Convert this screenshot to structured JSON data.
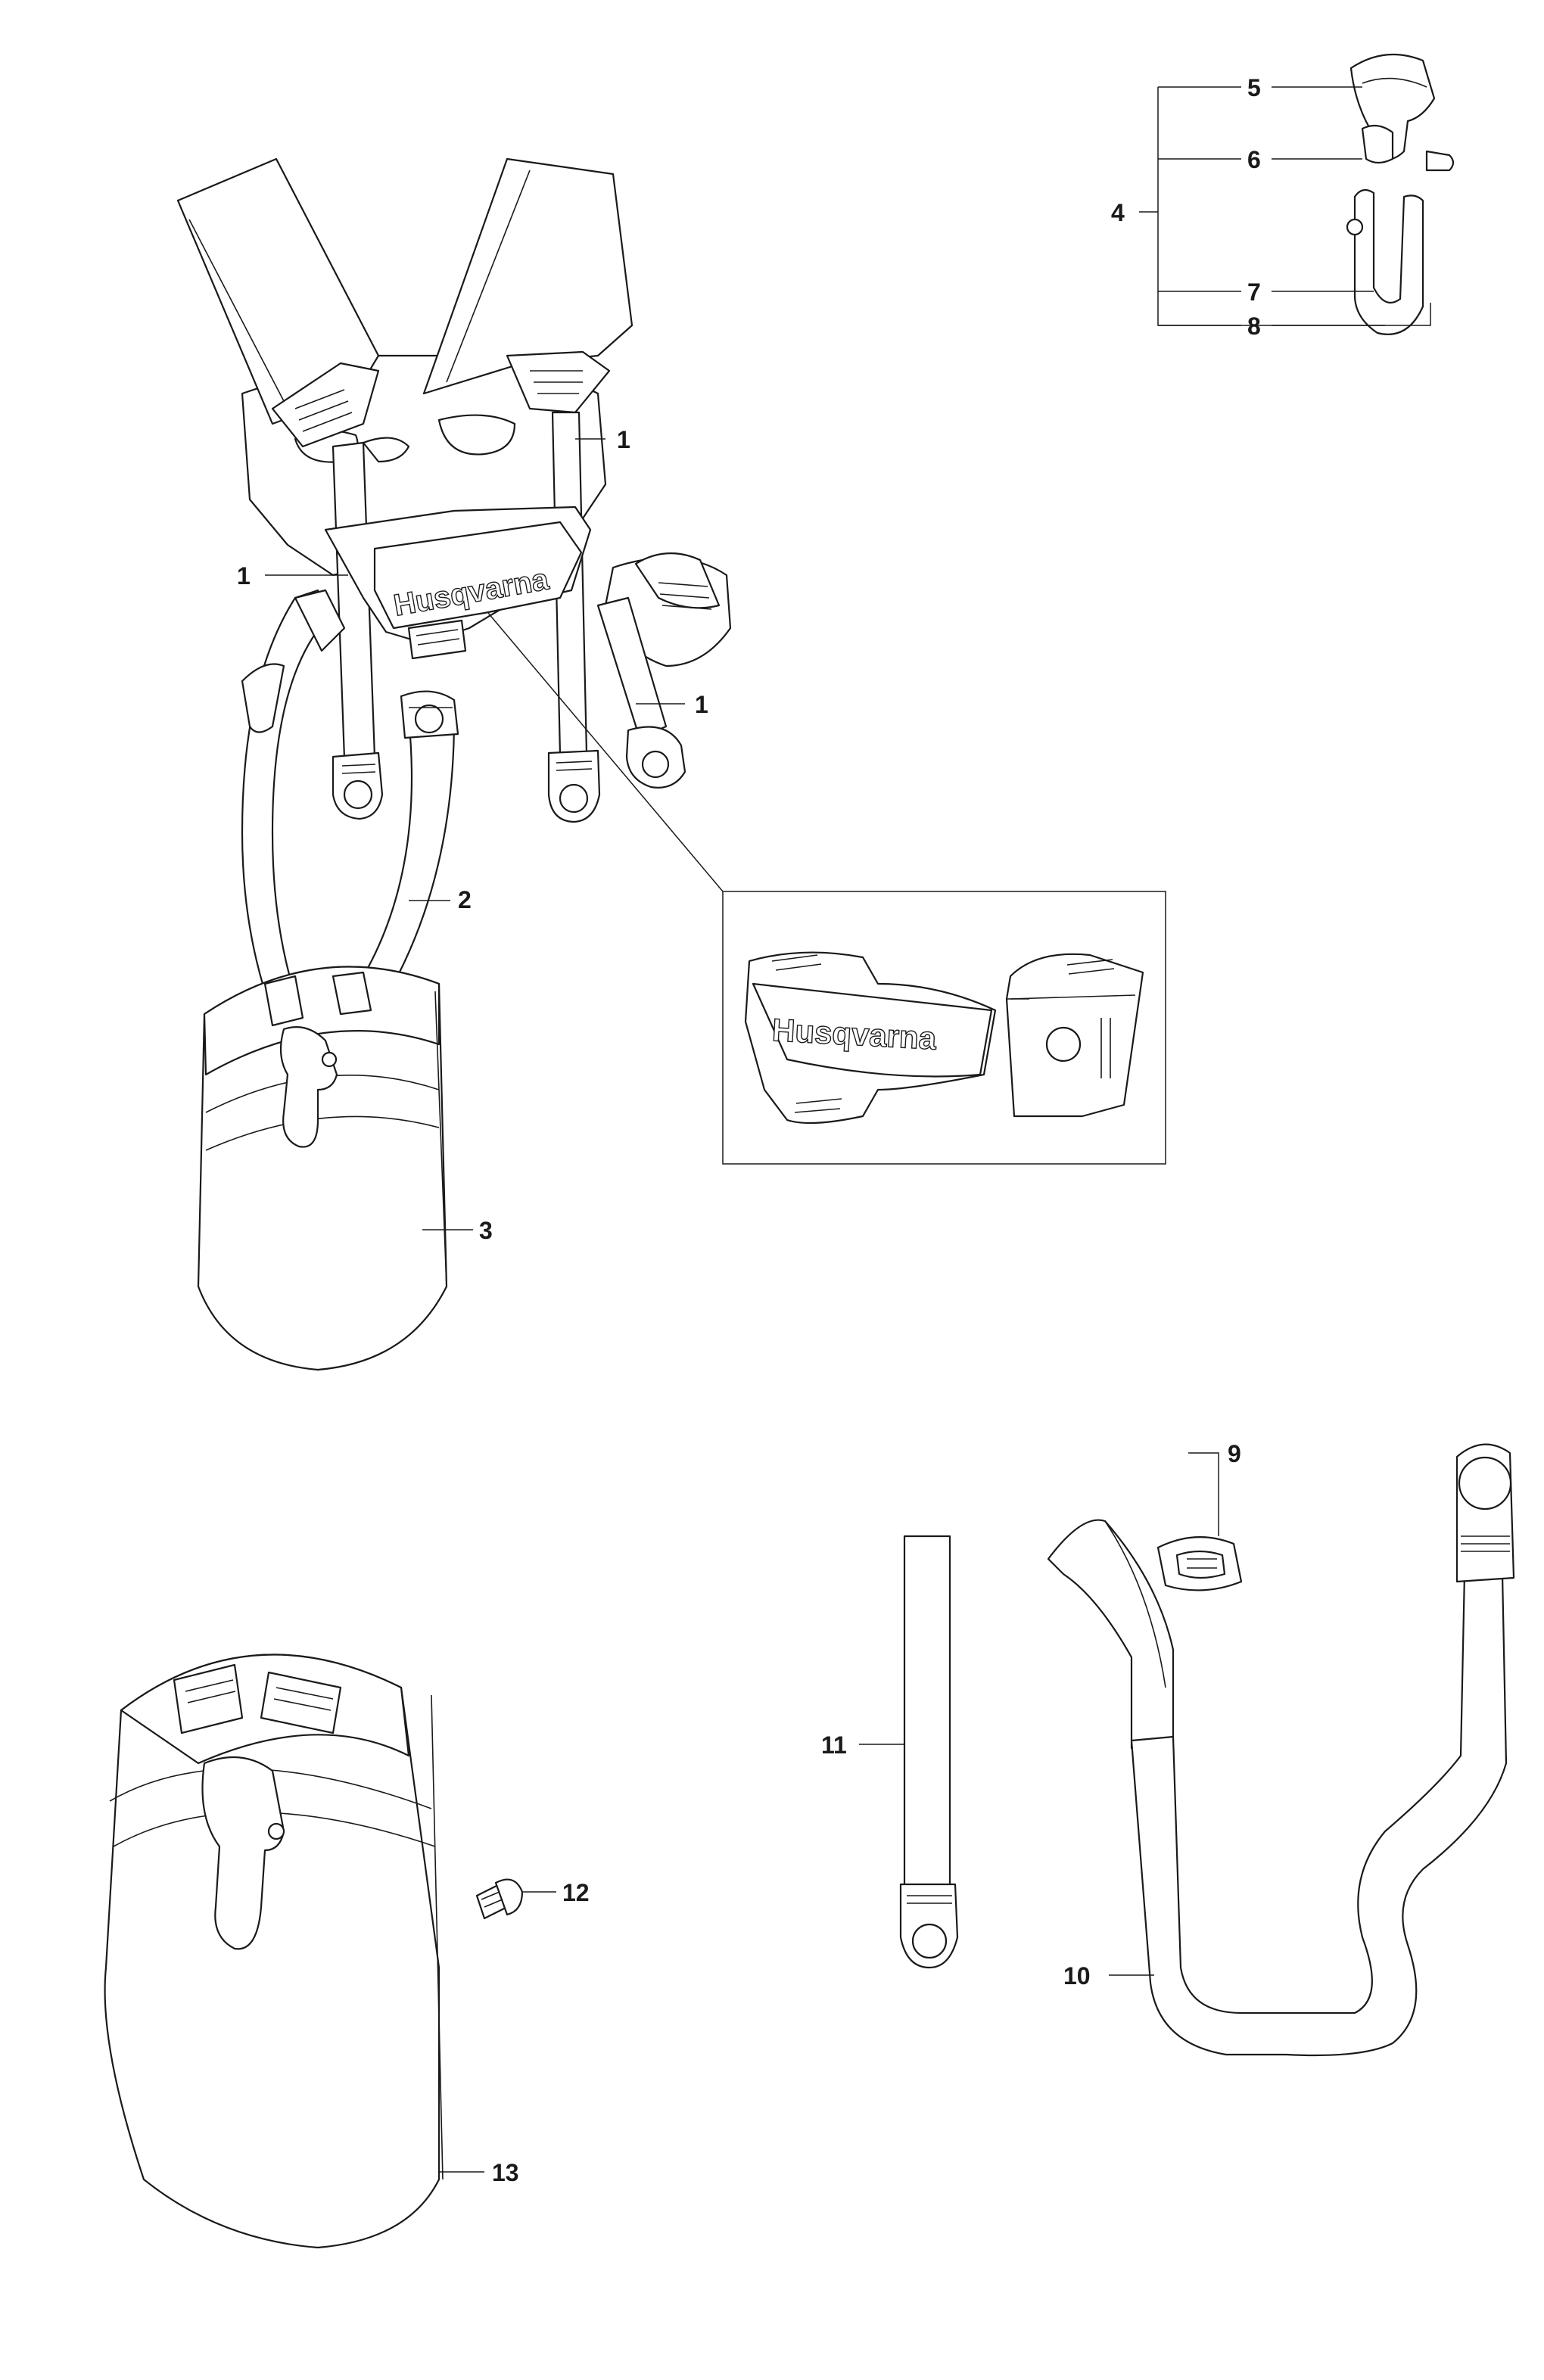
{
  "colors": {
    "line": "#1a1a1a",
    "fill": "#ffffff"
  },
  "brand_text": "Husqvarna",
  "callouts": {
    "c1a": "1",
    "c1b": "1",
    "c1c": "1",
    "c2": "2",
    "c3": "3",
    "c4": "4",
    "c5": "5",
    "c6": "6",
    "c7": "7",
    "c8": "8",
    "c9": "9",
    "c10": "10",
    "c11": "11",
    "c12": "12",
    "c13": "13"
  }
}
